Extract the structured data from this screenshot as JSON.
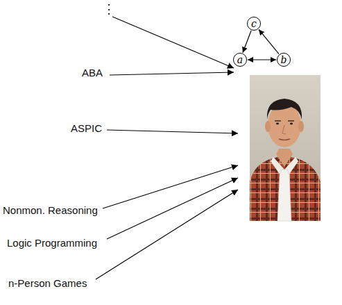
{
  "diagram": {
    "nodes": [
      {
        "text": [
          "c"
        ]
      },
      {
        "text": [
          "a"
        ]
      },
      {
        "text": [
          "b"
        ]
      }
    ],
    "edges": [
      {
        "from": 0,
        "to": 1,
        "arrow": "to"
      },
      {
        "from": 1,
        "to": 2,
        "arrow": "both"
      },
      {
        "from": 2,
        "to": 0,
        "arrow": "to"
      }
    ],
    "labels": [
      "⋮",
      "ABA",
      "ASPIC",
      "Nonmon. Reasoning",
      "Logic Programming",
      "n-Person Games"
    ]
  }
}
